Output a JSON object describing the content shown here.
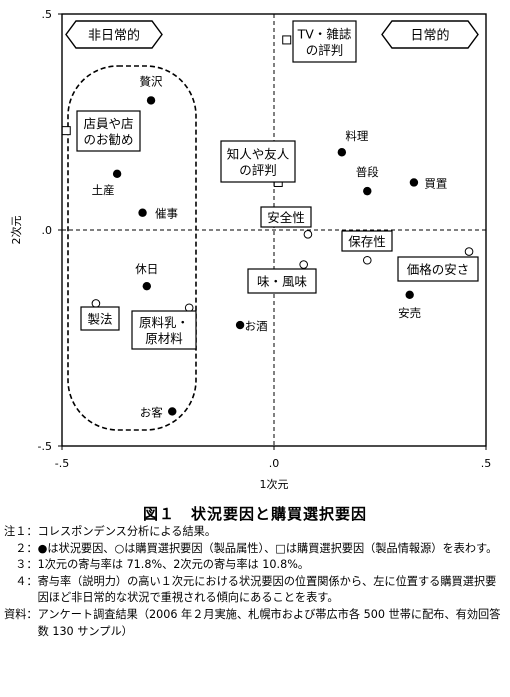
{
  "chart_data": {
    "type": "scatter",
    "xlabel": "1次元",
    "ylabel": "2次元",
    "xlim": [
      -0.5,
      0.5
    ],
    "ylim": [
      -0.5,
      0.5
    ],
    "x_ticks": [
      -0.5,
      0,
      0.5
    ],
    "x_tick_labels": [
      "-.5",
      ".0",
      ".5"
    ],
    "y_ticks": [
      -0.5,
      0,
      0.5
    ],
    "y_tick_labels": [
      "-.5",
      ".0",
      ".5"
    ],
    "reference_lines": "dashed lines at x=0 and y=0",
    "corner_labels": {
      "left": "非日常的",
      "right": "日常的"
    },
    "points": [
      {
        "label": "贅沢",
        "x": -0.29,
        "y": 0.3,
        "marker": "filled-circle"
      },
      {
        "label": "料理",
        "x": 0.16,
        "y": 0.18,
        "marker": "filled-circle"
      },
      {
        "label": "土産",
        "x": -0.37,
        "y": 0.13,
        "marker": "filled-circle"
      },
      {
        "label": "普段",
        "x": 0.22,
        "y": 0.09,
        "marker": "filled-circle"
      },
      {
        "label": "買置",
        "x": 0.33,
        "y": 0.11,
        "marker": "filled-circle"
      },
      {
        "label": "催事",
        "x": -0.31,
        "y": 0.04,
        "marker": "filled-circle"
      },
      {
        "label": "休日",
        "x": -0.3,
        "y": -0.13,
        "marker": "filled-circle"
      },
      {
        "label": "お酒",
        "x": -0.08,
        "y": -0.22,
        "marker": "filled-circle"
      },
      {
        "label": "安売",
        "x": 0.32,
        "y": -0.15,
        "marker": "filled-circle"
      },
      {
        "label": "お客",
        "x": -0.24,
        "y": -0.42,
        "marker": "filled-circle"
      },
      {
        "label": "安全性",
        "x": 0.08,
        "y": -0.01,
        "marker": "open-circle"
      },
      {
        "label": "保存性",
        "x": 0.22,
        "y": -0.07,
        "marker": "open-circle"
      },
      {
        "label": "価格の安さ",
        "x": 0.46,
        "y": -0.05,
        "marker": "open-circle"
      },
      {
        "label": "味・風味",
        "x": 0.07,
        "y": -0.08,
        "marker": "open-circle"
      },
      {
        "label": "製法",
        "x": -0.42,
        "y": -0.17,
        "marker": "open-circle"
      },
      {
        "label": "原料乳・原材料",
        "x": -0.2,
        "y": -0.18,
        "marker": "open-circle"
      },
      {
        "label": "TV・雑誌の評判",
        "x": 0.03,
        "y": 0.44,
        "marker": "open-square"
      },
      {
        "label": "店員や店のお勧め",
        "x": -0.49,
        "y": 0.23,
        "marker": "open-square"
      },
      {
        "label": "知人や友人の評判",
        "x": 0.01,
        "y": 0.11,
        "marker": "open-square"
      }
    ],
    "grouping": "dashed rounded rectangle enclosing the left-side points (非日常的 group)"
  },
  "caption": "図１　状況要因と購買選択要因",
  "notes": [
    {
      "label": "注１：",
      "text": "コレスポンデンス分析による結果。"
    },
    {
      "label": "　２：",
      "text": "●は状況要因、○は購買選択要因（製品属性）、□は購買選択要因（製品情報源）を表わす。"
    },
    {
      "label": "　３：",
      "text": "1次元の寄与率は 71.8%、2次元の寄与率は 10.8%。"
    },
    {
      "label": "　４：",
      "text": "寄与率（説明力）の高い１次元における状況要因の位置関係から、左に位置する購買選択要因ほど非日常的な状況で重視される傾向にあることを表す。"
    },
    {
      "label": "資料：",
      "text": "アンケート調査結果（2006 年２月実施、札幌市および帯広市各 500 世帯に配布、有効回答数 130 サンプル）"
    }
  ]
}
